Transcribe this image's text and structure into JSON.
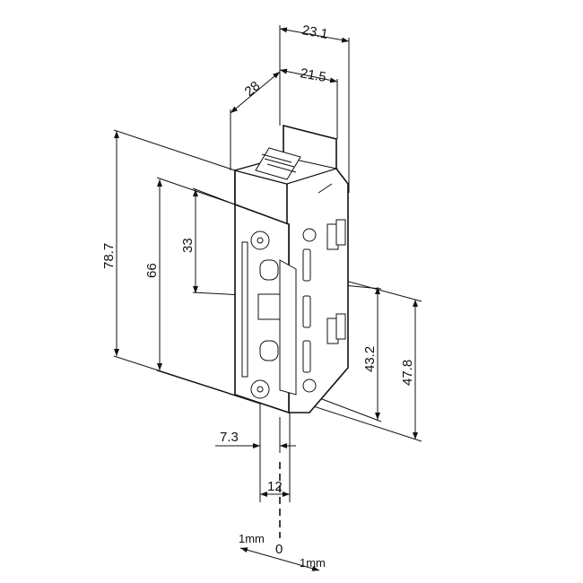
{
  "drawing": {
    "title": "Electric door strike dimension drawing",
    "dimensions": {
      "top_width_outer": "23.1",
      "top_width_inner": "21.5",
      "depth": "28",
      "total_height": "78.7",
      "plate_height": "66",
      "latch_height": "33",
      "opening_height_inner": "43.2",
      "opening_height_outer": "47.8",
      "offset": "7.3",
      "width_bottom": "12"
    },
    "scale": {
      "left": "1mm",
      "center": "0",
      "right": "1mm"
    }
  }
}
